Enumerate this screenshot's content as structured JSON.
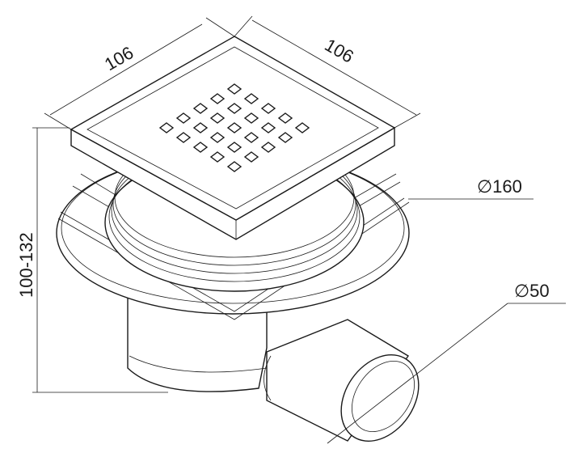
{
  "title": "Floor drain technical drawing",
  "dimensions": {
    "grate_width_left": "106",
    "grate_width_right": "106",
    "flange_diameter": "∅160",
    "outlet_diameter": "∅50",
    "height_range": "100-132"
  }
}
